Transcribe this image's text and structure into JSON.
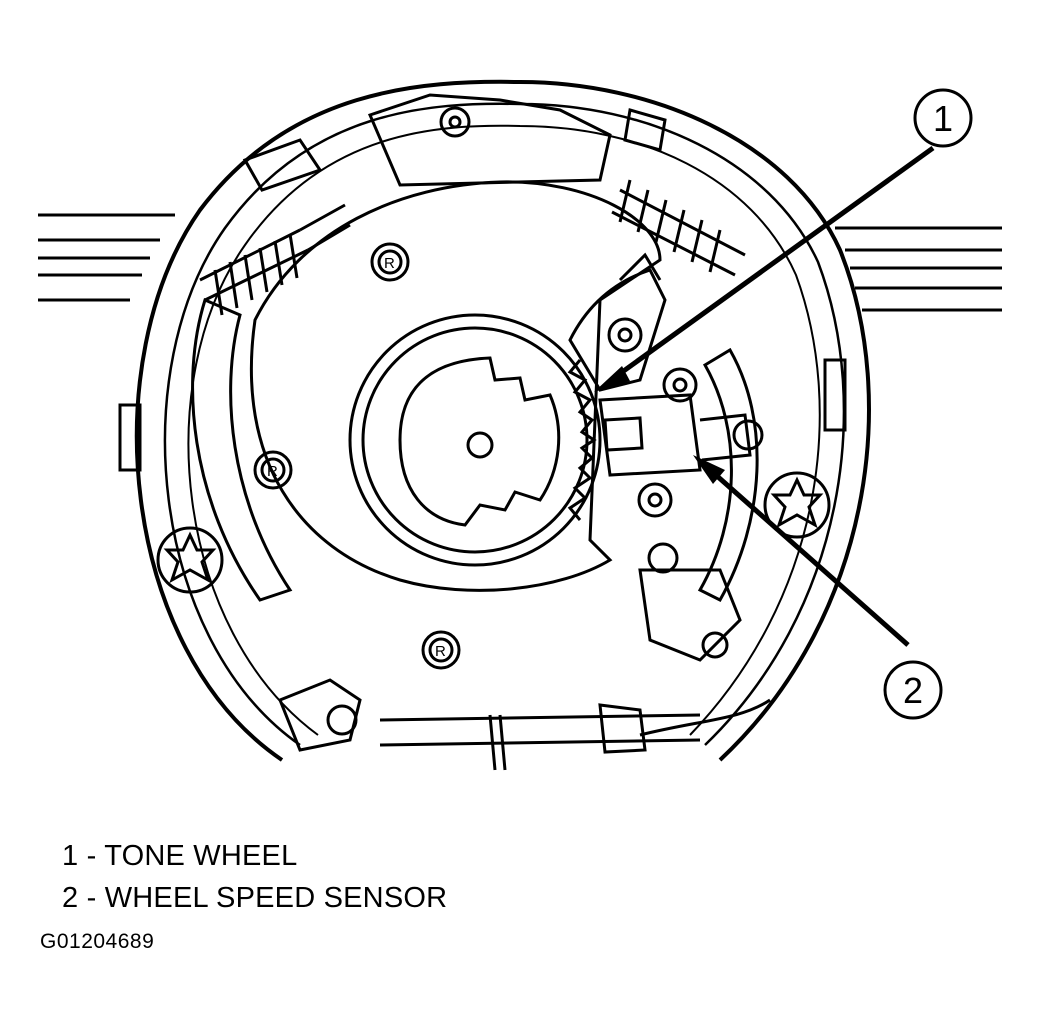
{
  "callouts": [
    {
      "number": "1"
    },
    {
      "number": "2"
    }
  ],
  "legend": [
    {
      "number": "1",
      "separator": " - ",
      "label": "TONE WHEEL"
    },
    {
      "number": "2",
      "separator": " - ",
      "label": "WHEEL SPEED SENSOR"
    }
  ],
  "bolt_marking": "R",
  "figure_id": "G01204689",
  "colors": {
    "line": "#000000",
    "background": "#ffffff"
  }
}
